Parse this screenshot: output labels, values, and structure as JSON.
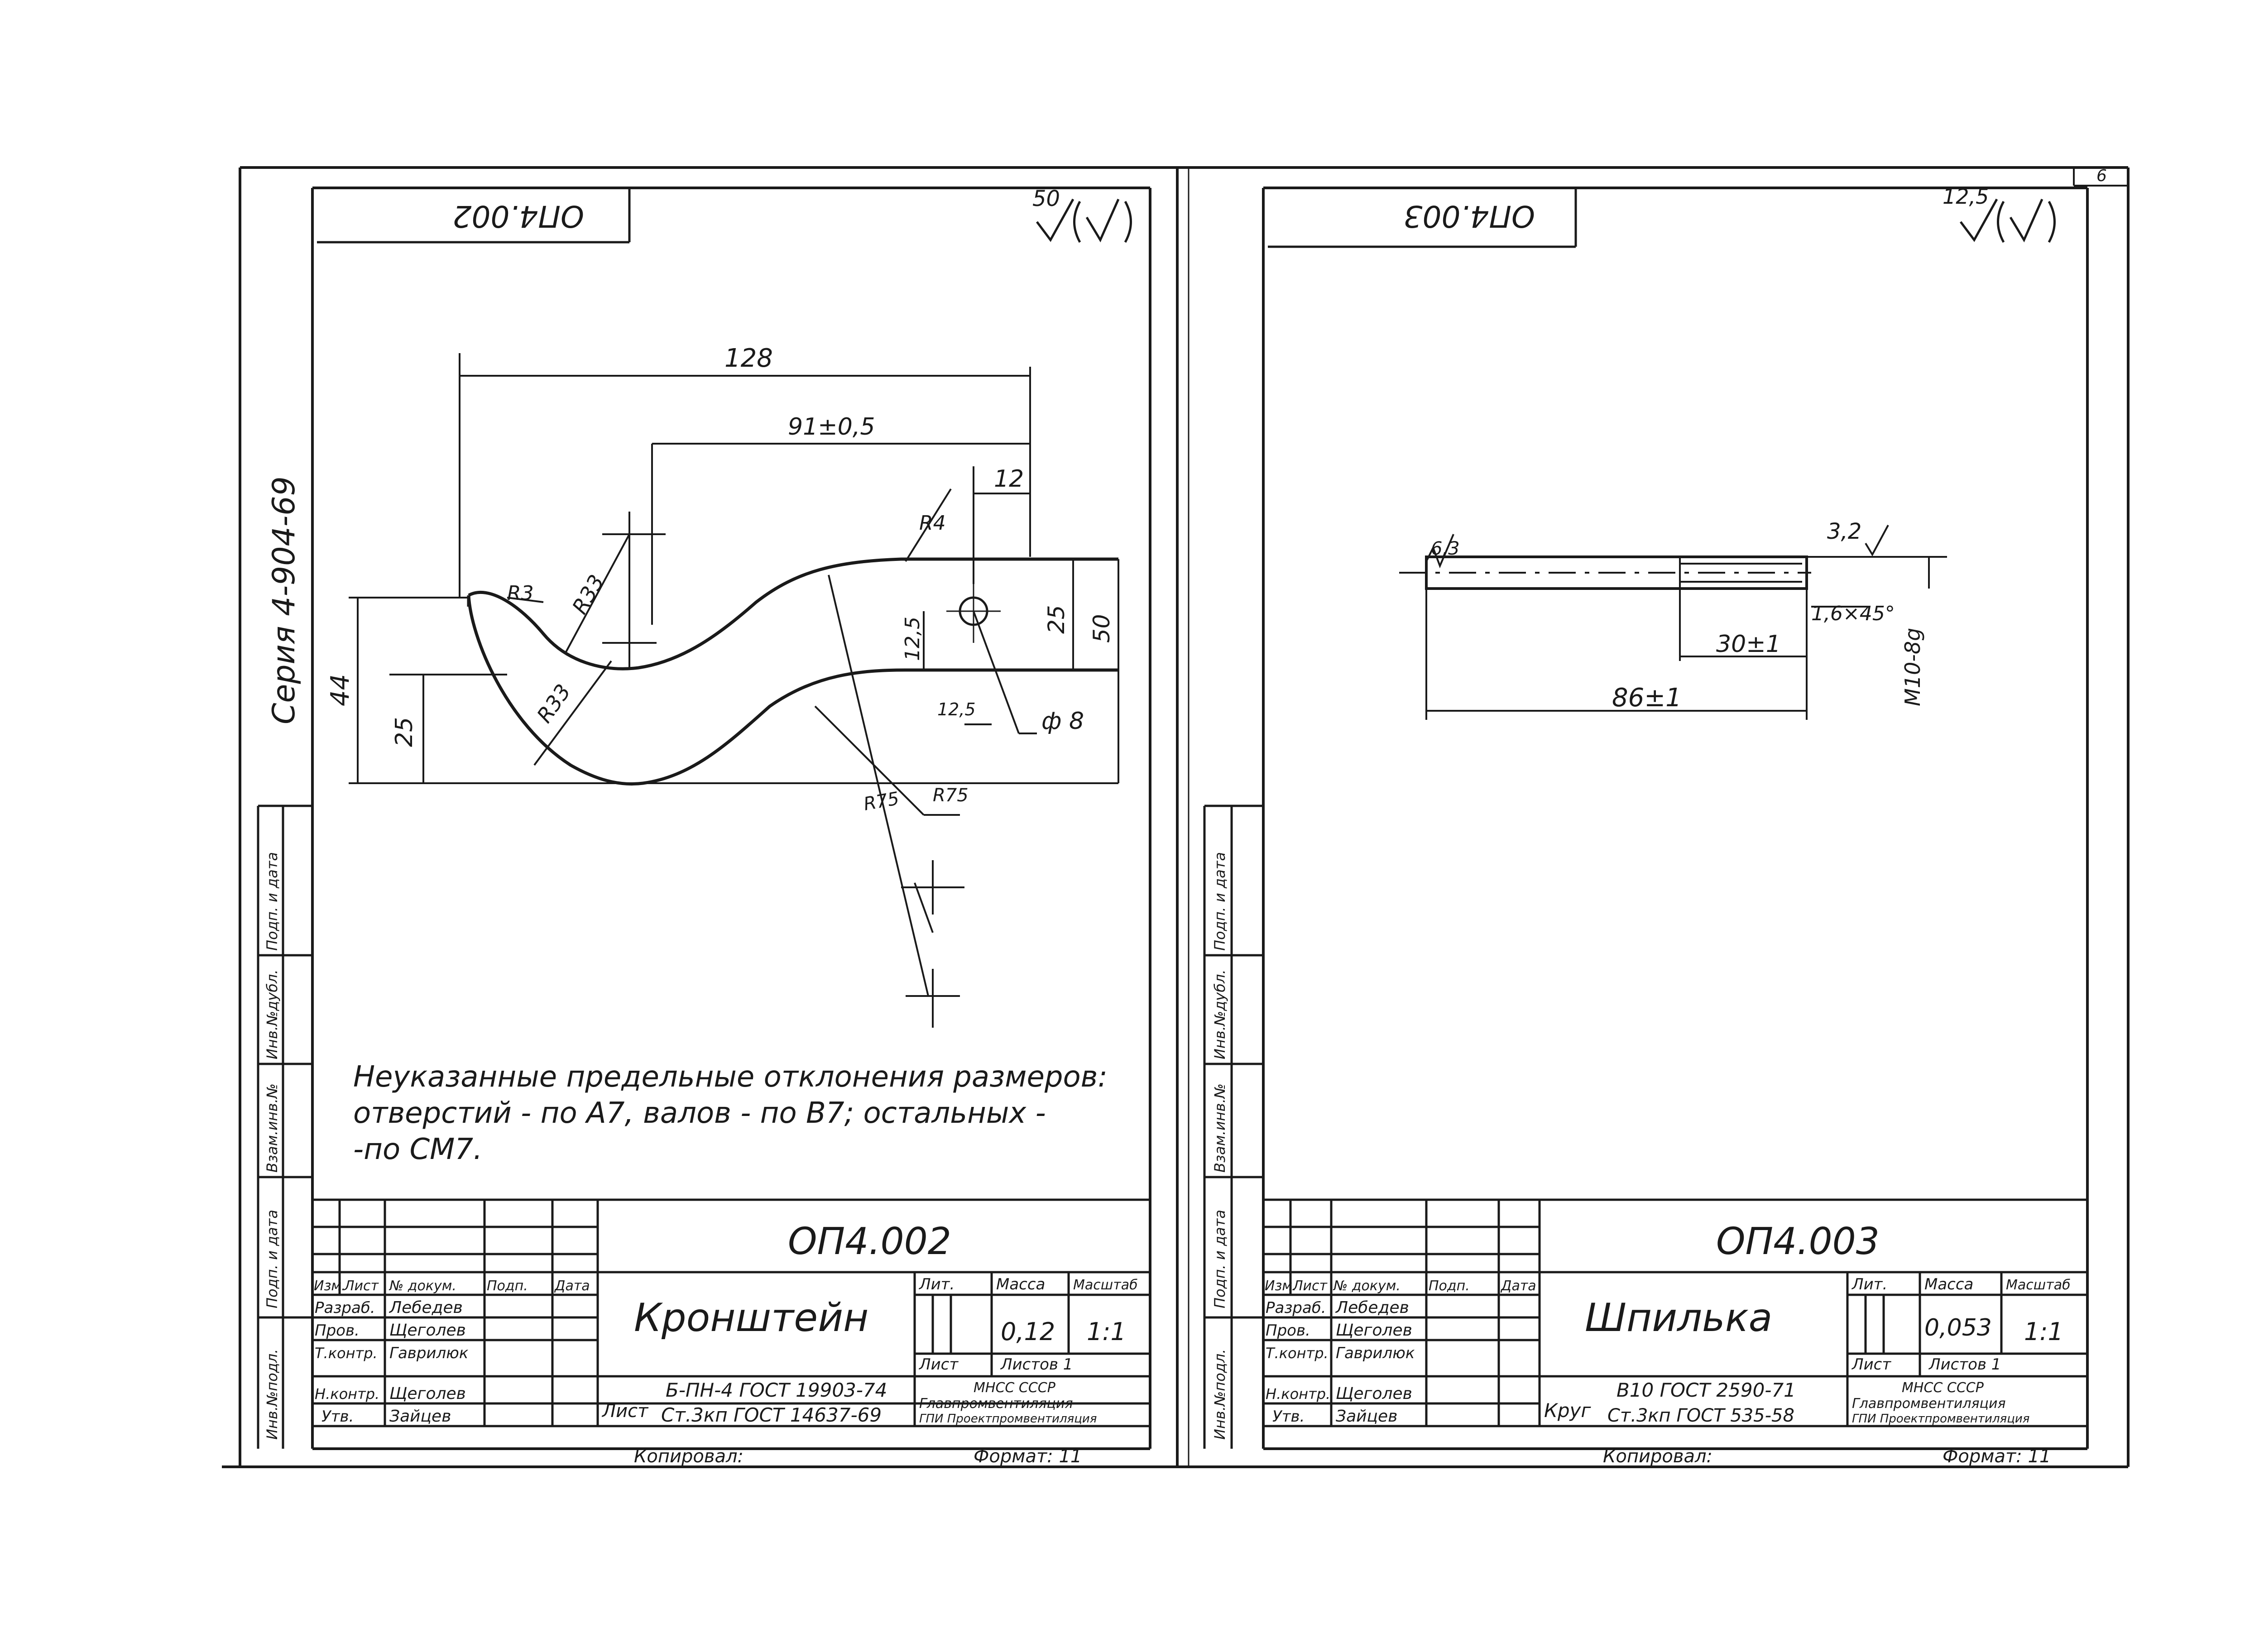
{
  "page": {
    "sheet_number": "6",
    "series": "Серия 4-904-69"
  },
  "left_drawing": {
    "rotated_code": "ОП4.002",
    "roughness": "50",
    "dims": {
      "d128": "128",
      "d91": "91±0,5",
      "d12": "12",
      "r4": "R4",
      "r3": "R3",
      "r33a": "R33",
      "r33b": "R33",
      "d44": "44",
      "d25a": "25",
      "d12_5a": "12,5",
      "d25b": "25",
      "d50": "50",
      "d12_5b": "12,5",
      "phi8": "ф 8",
      "r75a": "R75",
      "r75b": "R75"
    },
    "note_line1": "Неуказанные предельные отклонения размеров:",
    "note_line2": "отверстий - по А7,  валов - по В7; остальных -",
    "note_line3": "-по СМ7."
  },
  "left_title_block": {
    "code": "ОП4.002",
    "title": "Кронштейн",
    "lit_header": "Лит.",
    "mass_header": "Масса",
    "scale_header": "Масштаб",
    "mass": "0,12",
    "scale": "1:1",
    "sheet_label": "Лист",
    "sheets_label": "Листов 1",
    "col_izm": "Изм.",
    "col_list": "Лист",
    "col_doc": "№ докум.",
    "col_sign": "Подп.",
    "col_date": "Дата",
    "role_razrab": "Разраб.",
    "role_prov": "Пров.",
    "role_tkontr": "Т.контр.",
    "role_nkontr": "Н.контр.",
    "role_utv": "Утв.",
    "name_razrab": "Лебедев",
    "name_prov": "Щеголев",
    "name_tkontr": "Гаврилюк",
    "name_nkontr": "Щеголев",
    "name_utv": "Зайцев",
    "material_line1": "Б-ПН-4 ГОСТ 19903-74",
    "material_line2": "Ст.3кп ГОСТ 14637-69",
    "material_prefix": "Лист",
    "org_line1": "МНСС СССР",
    "org_line2": "Главпромвентиляция",
    "org_line3": "ГПИ Проектпромвентиляция",
    "copied": "Копировал:",
    "format": "Формат: 11"
  },
  "right_drawing": {
    "rotated_code": "ОП4.003",
    "roughness": "12,5",
    "dims": {
      "end_mark": "6,3",
      "d3_2": "3,2",
      "chamfer": "1,6×45°",
      "d30": "30±1",
      "d86": "86±1",
      "thread": "М10-8g"
    }
  },
  "right_title_block": {
    "code": "ОП4.003",
    "title": "Шпилька",
    "lit_header": "Лит.",
    "mass_header": "Масса",
    "scale_header": "Масштаб",
    "mass": "0,053",
    "scale": "1:1",
    "sheet_label": "Лист",
    "sheets_label": "Листов 1",
    "col_izm": "Изм.",
    "col_list": "Лист",
    "col_doc": "№ докум.",
    "col_sign": "Подп.",
    "col_date": "Дата",
    "role_razrab": "Разраб.",
    "role_prov": "Пров.",
    "role_tkontr": "Т.контр.",
    "role_nkontr": "Н.контр.",
    "role_utv": "Утв.",
    "name_razrab": "Лебедев",
    "name_prov": "Щеголев",
    "name_tkontr": "Гаврилюк",
    "name_nkontr": "Щеголев",
    "name_utv": "Зайцев",
    "material_prefix": "Круг",
    "material_line1": "В10 ГОСТ 2590-71",
    "material_line2": "Ст.3кп ГОСТ 535-58",
    "org_line1": "МНСС СССР",
    "org_line2": "Главпромвентиляция",
    "org_line3": "ГПИ Проектпромвентиляция",
    "copied": "Копировал:",
    "format": "Формат: 11"
  },
  "side_stamps": [
    "Инв.№подл.",
    "Подп. и дата",
    "Взам.инв.№",
    "Инв.№дубл.",
    "Подп. и дата"
  ]
}
